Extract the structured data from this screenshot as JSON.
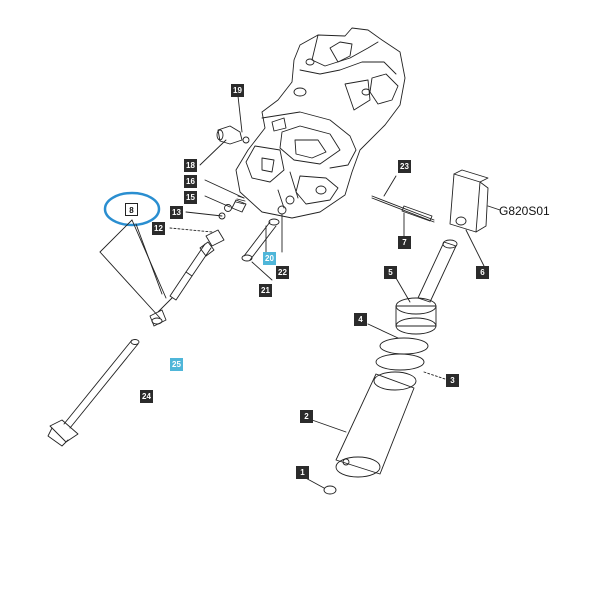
{
  "figure_code": "G820S01",
  "colors": {
    "line": "#222222",
    "callout_bg": "#2b2b2b",
    "callout_highlight_bg": "#4fb6d9",
    "ring": "#2a8ed0"
  },
  "callouts": [
    {
      "id": "1",
      "label": "1"
    },
    {
      "id": "2",
      "label": "2"
    },
    {
      "id": "3",
      "label": "3"
    },
    {
      "id": "4",
      "label": "4"
    },
    {
      "id": "5",
      "label": "5"
    },
    {
      "id": "6",
      "label": "6"
    },
    {
      "id": "7",
      "label": "7"
    },
    {
      "id": "8",
      "label": "8"
    },
    {
      "id": "12",
      "label": "12"
    },
    {
      "id": "13",
      "label": "13"
    },
    {
      "id": "15",
      "label": "15"
    },
    {
      "id": "16",
      "label": "16"
    },
    {
      "id": "18",
      "label": "18"
    },
    {
      "id": "19",
      "label": "19"
    },
    {
      "id": "20",
      "label": "20",
      "highlight": true
    },
    {
      "id": "21",
      "label": "21"
    },
    {
      "id": "22",
      "label": "22"
    },
    {
      "id": "23",
      "label": "23"
    },
    {
      "id": "24",
      "label": "24"
    },
    {
      "id": "25",
      "label": "25",
      "highlight": true
    }
  ]
}
